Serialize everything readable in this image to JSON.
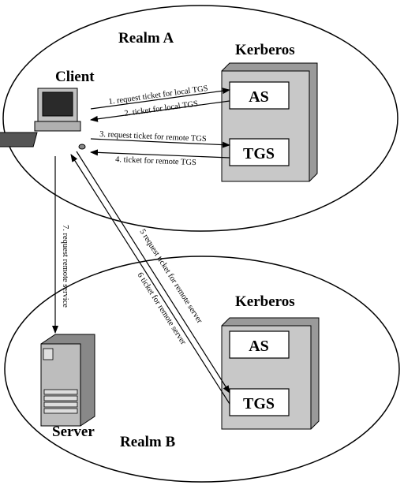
{
  "realm_a": {
    "label": "Realm A",
    "client_label": "Client",
    "kerberos_label": "Kerberos",
    "as_label": "AS",
    "tgs_label": "TGS"
  },
  "realm_b": {
    "label": "Realm B",
    "server_label": "Server",
    "kerberos_label": "Kerberos",
    "as_label": "AS",
    "tgs_label": "TGS"
  },
  "messages": {
    "m1": "1. request ticket for local TGS",
    "m2": "2. ticket for local TGS",
    "m3": "3. request ticket for remote TGS",
    "m4": "4. ticket for remote TGS",
    "m5": "5 request ticket for remote server",
    "m6": "6 ticket for remote server",
    "m7": "7. request remote service"
  },
  "colors": {
    "box_fill": "#c8c8c8",
    "box_dark": "#8a8a8a",
    "server_fill": "#bdbdbd",
    "line": "#000000"
  }
}
